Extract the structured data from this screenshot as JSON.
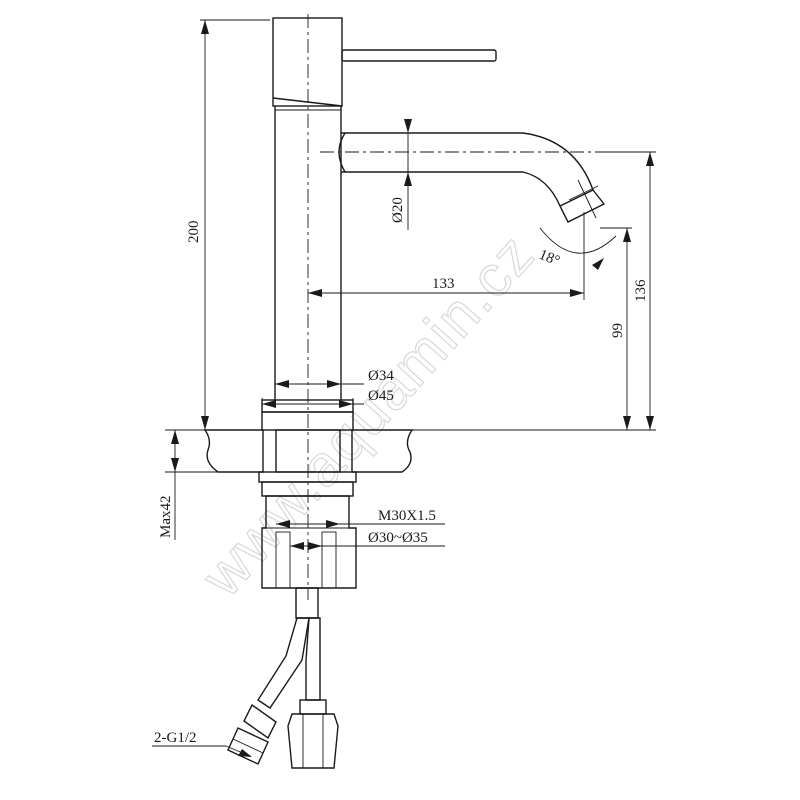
{
  "watermark": "www.aquamin.cz",
  "dimensions": {
    "height_total": "200",
    "spout_diameter": "Ø20",
    "spout_angle": "18°",
    "spout_reach": "133",
    "outlet_height_total": "136",
    "outlet_height_above_deck": "99",
    "body_diameter": "Ø34",
    "base_diameter": "Ø45",
    "max_deck_thickness": "Max42",
    "thread": "M30X1.5",
    "hole_diameter": "Ø30~Ø35",
    "hose_connection": "2-G1/2"
  }
}
